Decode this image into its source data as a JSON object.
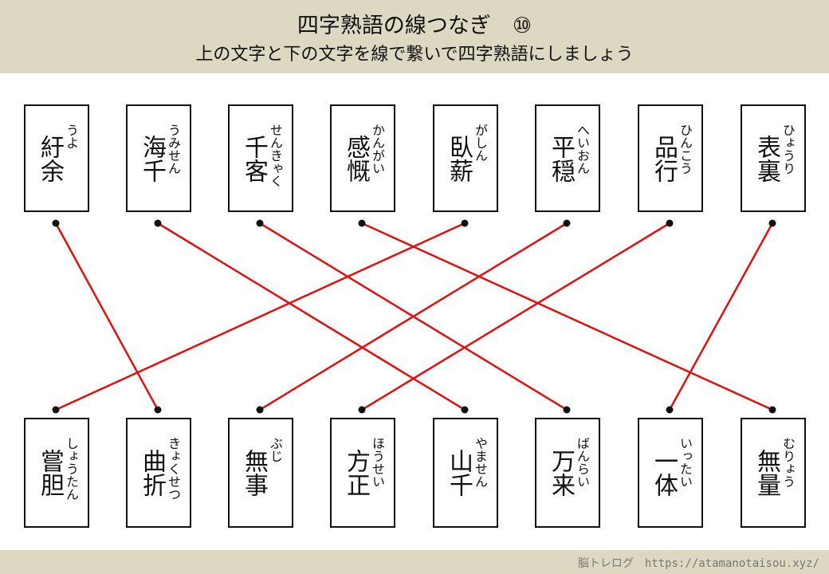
{
  "header": {
    "title": "四字熟語の線つなぎ　⑩",
    "subtitle": "上の文字と下の文字を線で繋いで四字熟語にしましょう"
  },
  "top": [
    {
      "kanji": "紆余",
      "kana": "うよ"
    },
    {
      "kanji": "海千",
      "kana": "うみせん"
    },
    {
      "kanji": "千客",
      "kana": "せんきゃく"
    },
    {
      "kanji": "感慨",
      "kana": "かんがい"
    },
    {
      "kanji": "臥薪",
      "kana": "がしん"
    },
    {
      "kanji": "平穏",
      "kana": "へいおん"
    },
    {
      "kanji": "品行",
      "kana": "ひんこう"
    },
    {
      "kanji": "表裏",
      "kana": "ひょうり"
    }
  ],
  "bottom": [
    {
      "kanji": "嘗胆",
      "kana": "しょうたん"
    },
    {
      "kanji": "曲折",
      "kana": "きょくせつ"
    },
    {
      "kanji": "無事",
      "kana": "ぶじ"
    },
    {
      "kanji": "方正",
      "kana": "ほうせい"
    },
    {
      "kanji": "山千",
      "kana": "やません"
    },
    {
      "kanji": "万来",
      "kana": "ばんらい"
    },
    {
      "kanji": "一体",
      "kana": "いったい"
    },
    {
      "kanji": "無量",
      "kana": "むりょう"
    }
  ],
  "connections": [
    [
      0,
      1
    ],
    [
      1,
      4
    ],
    [
      2,
      5
    ],
    [
      3,
      7
    ],
    [
      4,
      0
    ],
    [
      5,
      2
    ],
    [
      6,
      3
    ],
    [
      7,
      6
    ]
  ],
  "line_color": "#e01010",
  "footer": {
    "credit": "脳トレログ　https://atamanotaisou.xyz/"
  }
}
